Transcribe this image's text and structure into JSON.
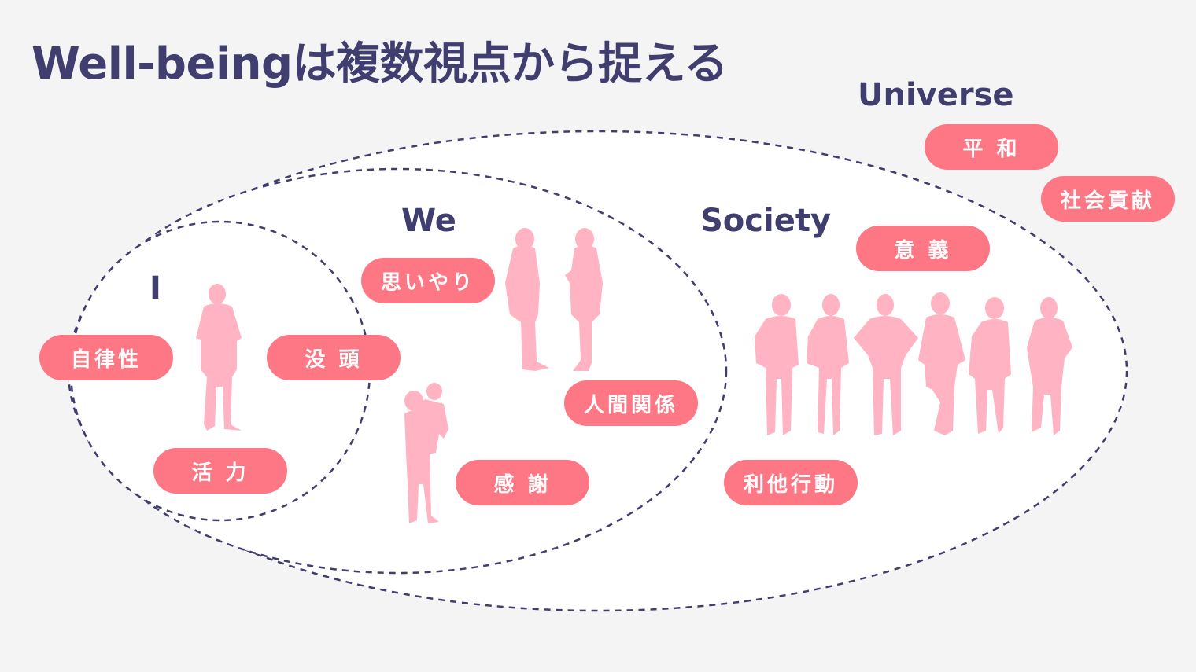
{
  "title": "Well-beingは複数視点から捉える",
  "colors": {
    "background": "#f4f4f4",
    "ellipse_fill": "#ffffff",
    "dash_stroke": "#403e6e",
    "heading": "#403e6e",
    "pill": "#fd7784",
    "pill_text": "#ffffff",
    "silhouette": "#ffb3c3"
  },
  "scopes": {
    "i": "I",
    "we": "We",
    "society": "Society",
    "universe": "Universe"
  },
  "keywords": {
    "i": [
      "自律性",
      "没 頭",
      "活 力"
    ],
    "we": [
      "思いやり",
      "人間関係",
      "感 謝"
    ],
    "society": [
      "意 義",
      "利他行動"
    ],
    "universe": [
      "平 和",
      "社会貢献"
    ]
  },
  "figures": {
    "i": "single-person-icon",
    "we": [
      "two-people-talking-icon",
      "parent-holding-child-icon"
    ],
    "society": "group-of-six-people-icon"
  }
}
